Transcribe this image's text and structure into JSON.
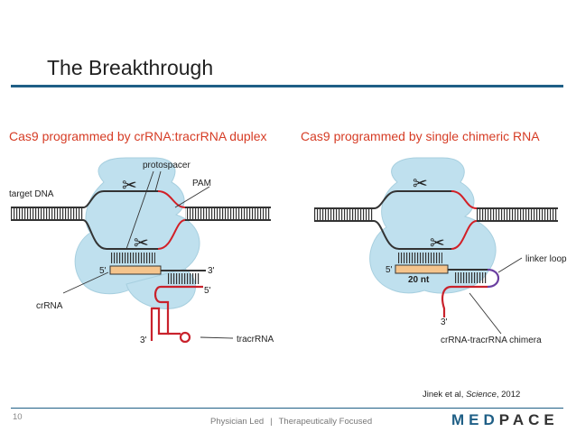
{
  "slide": {
    "title": "The Breakthrough",
    "page_number": "10",
    "footer_left": "Physician Led",
    "footer_separator": "|",
    "footer_right": "Therapeutically Focused",
    "logo_part1": "MED",
    "logo_part2": "PACE",
    "citation_prefix": "Jinek et al, ",
    "citation_journal": "Science",
    "citation_suffix": ", 2012"
  },
  "diagram": {
    "left": {
      "heading": "Cas9 programmed by crRNA:tracrRNA duplex",
      "labels": {
        "target_dna": "target DNA",
        "protospacer": "protospacer",
        "pam": "PAM",
        "crrna": "crRNA",
        "tracrrna": "tracrRNA",
        "five_prime_a": "5'",
        "three_prime_a": "3'",
        "five_prime_b": "5'",
        "three_prime_b": "3'"
      }
    },
    "right": {
      "heading": "Cas9 programmed by single chimeric RNA",
      "labels": {
        "linker_loop": "linker loop",
        "twenty_nt": "20 nt",
        "chimera": "crRNA-tracrRNA chimera",
        "five_prime": "5'",
        "three_prime": "3'"
      }
    },
    "colors": {
      "cas9_fill": "#bfe0ee",
      "heading": "#d63c25",
      "pam": "#d22027",
      "crrna_bar": "#f5c48c",
      "tracrrna": "#c9222c",
      "linker": "#6b3fa0",
      "strand": "#333333",
      "title_rule": "#1f5f86"
    }
  }
}
